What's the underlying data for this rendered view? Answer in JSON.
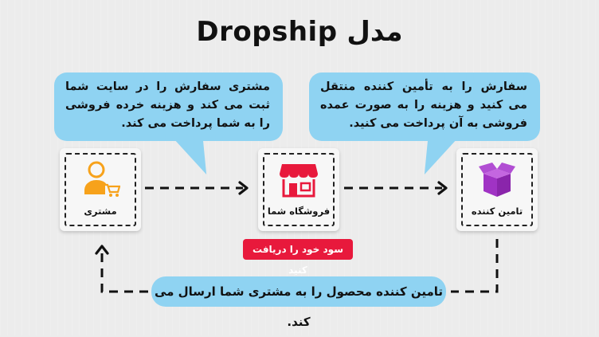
{
  "title": "مدل Dropship",
  "bubbles": {
    "customer": "مشتری سفارش را در سایت شما ثبت می کند و هزینه خرده فروشی را به شما پرداخت می کند.",
    "store": "سفارش را به تأمین کننده منتقل می کنید و هزینه را به صورت عمده فروشی به آن پرداخت می کنید.",
    "bottom": "تامین کننده محصول را به مشتری شما ارسال می کند."
  },
  "nodes": {
    "customer": {
      "label": "مشتری",
      "icon": "customer-cart-icon"
    },
    "store": {
      "label": "فروشگاه شما",
      "icon": "storefront-icon"
    },
    "supplier": {
      "label": "تامین کننده",
      "icon": "package-box-icon"
    }
  },
  "profit_badge": "سود خود را دریافت کنید",
  "colors": {
    "bubble": "#8fd3f2",
    "profit": "#e8193c",
    "customer_icon": "#f7a21b",
    "store_icon": "#e8193c",
    "supplier_icon": "#a033c4"
  }
}
